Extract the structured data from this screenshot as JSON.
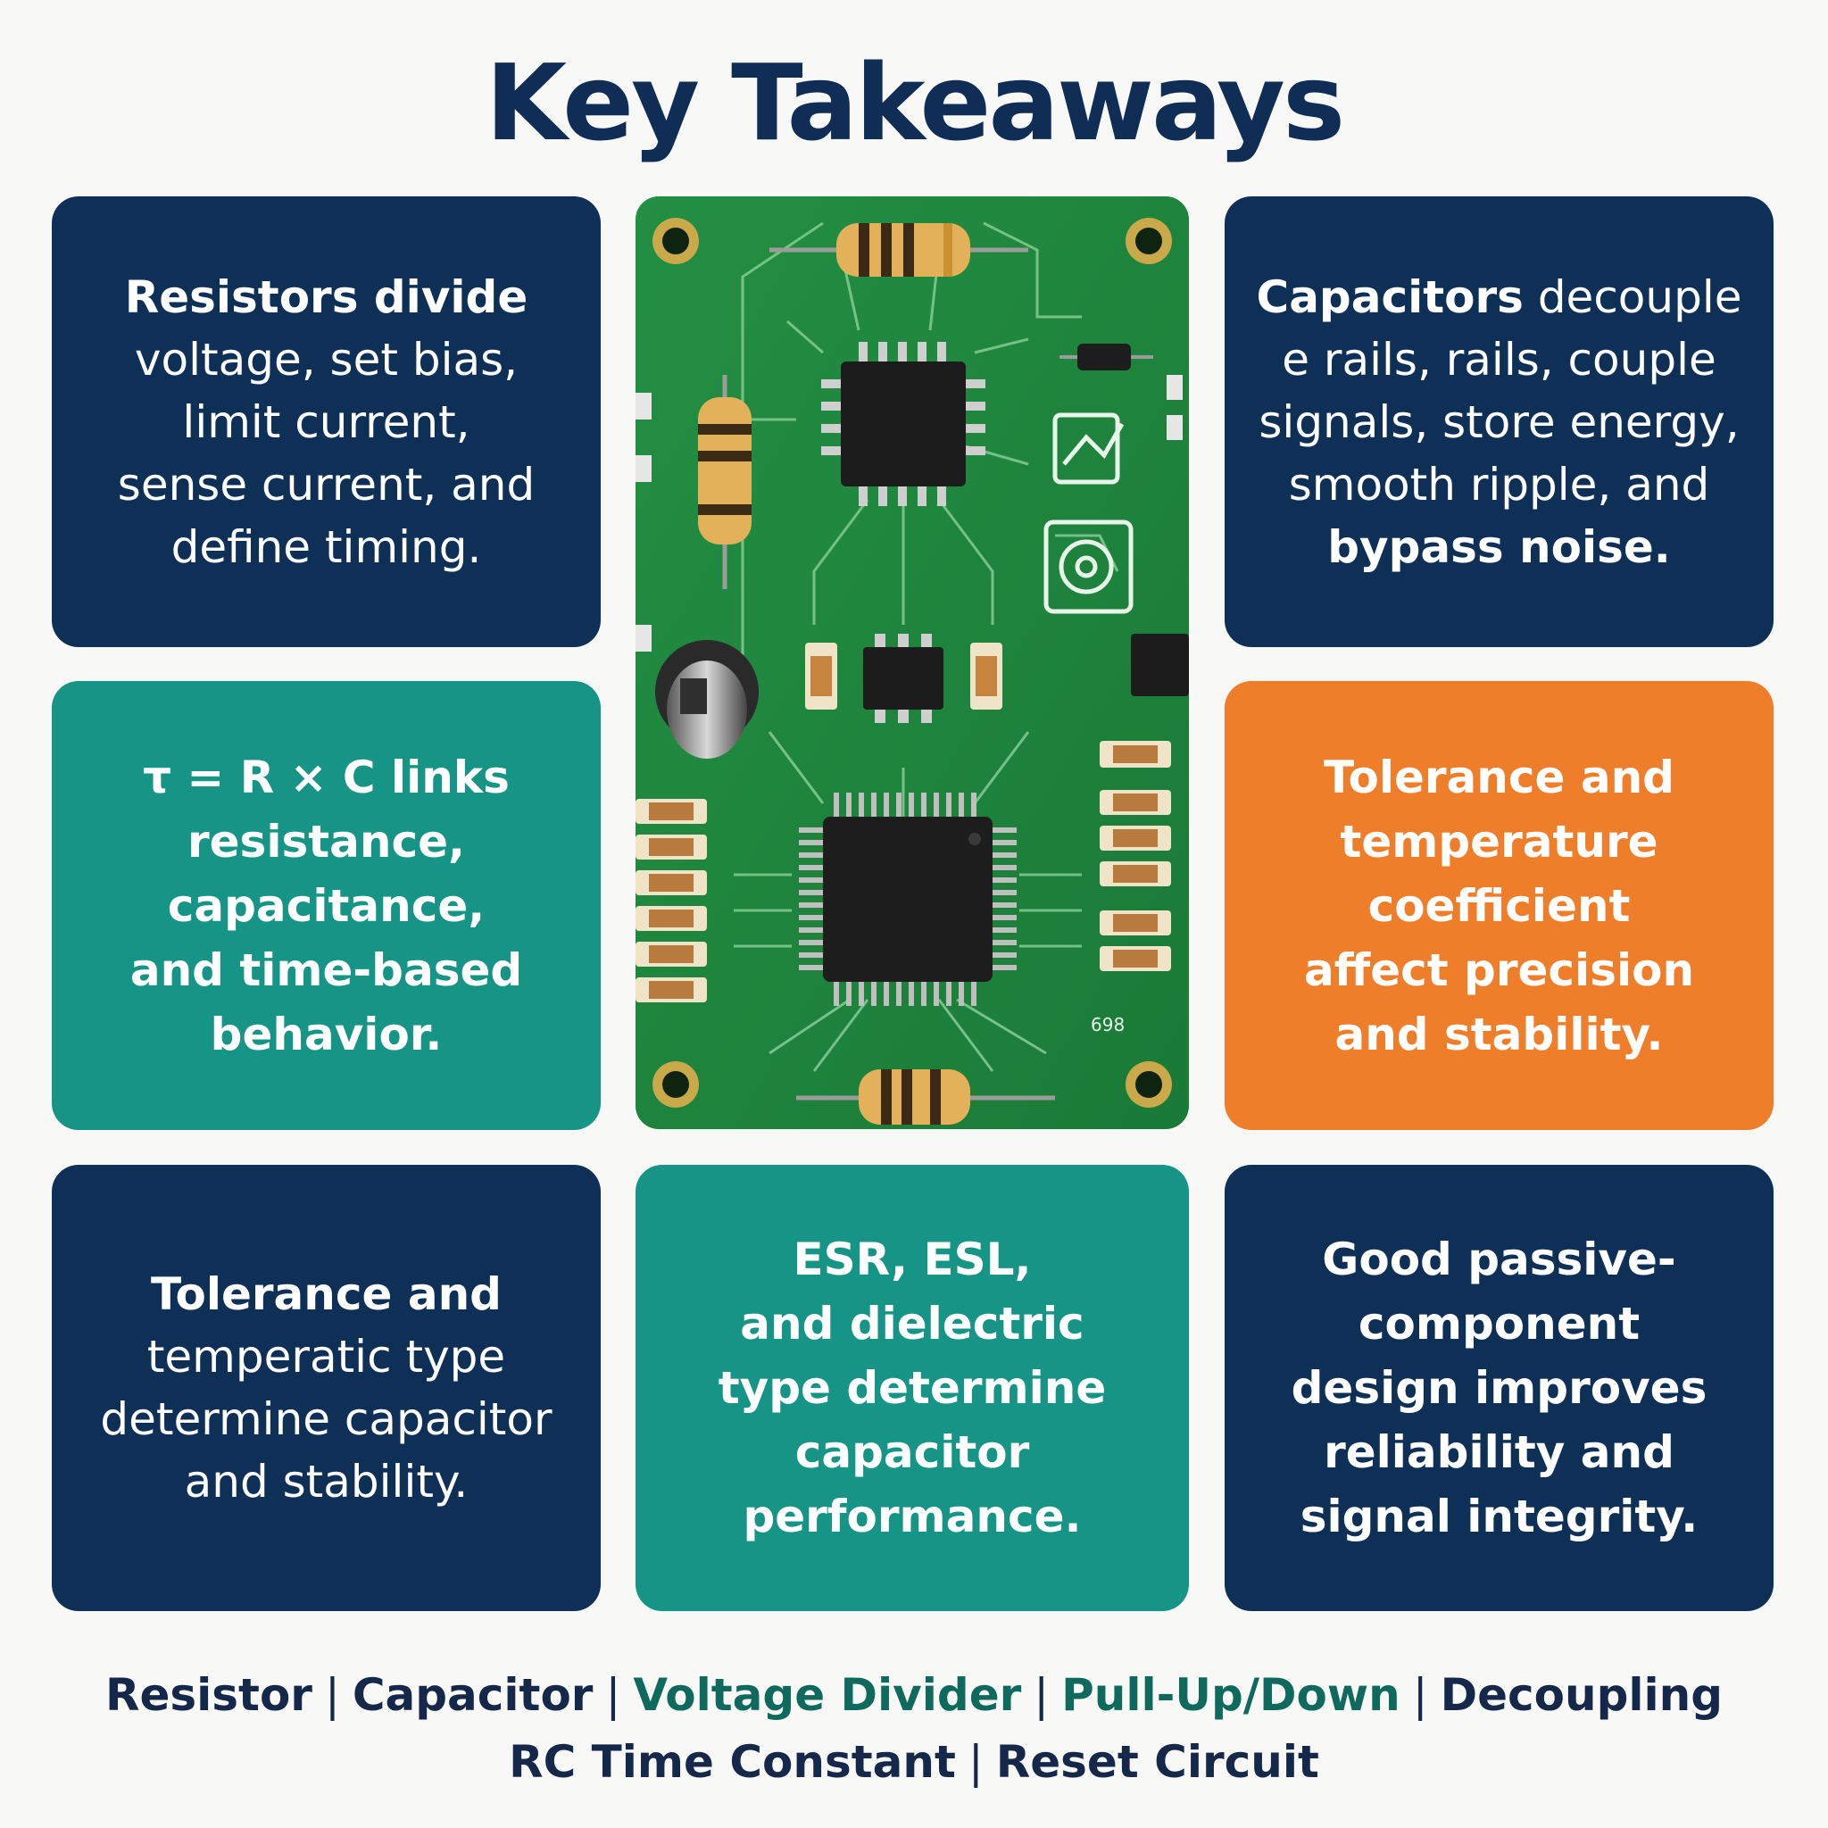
{
  "title": "Key Takeaways",
  "cards": {
    "resistors": {
      "lead": "Resistors divide",
      "body": [
        "voltage, set bias,",
        "limit current,",
        "sense current, and",
        "define timing."
      ]
    },
    "capacitors": {
      "lead": "Capacitors",
      "lead_rest": " decouple",
      "body": [
        "e rails, rails, couple",
        "signals, store energy,",
        "smooth ripple, and"
      ],
      "last": "bypass noise."
    },
    "rc": {
      "lines": [
        "τ = R × C links",
        "resistance,",
        "capacitance,",
        "and time-based",
        "behavior."
      ]
    },
    "tolerance_orange": {
      "lines": [
        "Tolerance and",
        "temperature",
        "coefficient",
        "affect precision",
        "and stability."
      ]
    },
    "tolerance_navy": {
      "lead": "Tolerance and",
      "body": [
        "temperatic type",
        "determine capacitor",
        "and stability."
      ]
    },
    "esr": {
      "lines": [
        "ESR, ESL,",
        "and dielectric",
        "type determine",
        "capacitor",
        "performance."
      ]
    },
    "good": {
      "lines": [
        "Good passive-",
        "component",
        "design improves",
        "reliability and",
        "signal integrity."
      ]
    }
  },
  "footer": {
    "row1": [
      "Resistor",
      "Capacitor",
      "Voltage Divider",
      "Pull-Up/Down",
      "Decoupling"
    ],
    "row2": [
      "RC Time Constant",
      "Reset Circuit"
    ],
    "separator": "|"
  },
  "pcb_label": "698",
  "colors": {
    "navy": "#0e3056",
    "teal": "#169485",
    "orange": "#ef7e2b",
    "title": "#0f2d55",
    "pcb_green": "#1f8a3f"
  }
}
